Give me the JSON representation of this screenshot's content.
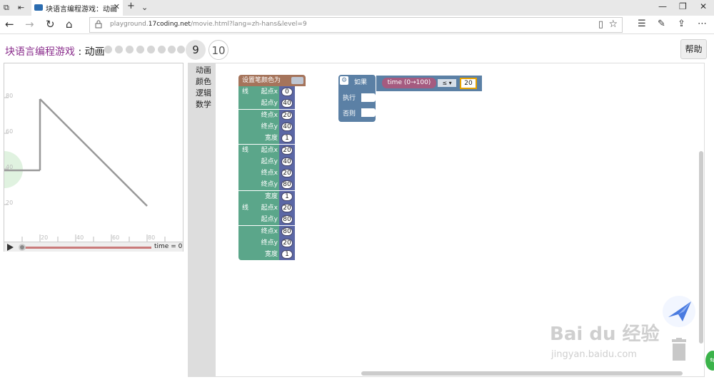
{
  "browser": {
    "tab_title": "块语言编程游戏：动画",
    "url_prefix": "playground.",
    "url_domain": "17coding.net",
    "url_path": "/movie.html?lang=zh-hans&level=9"
  },
  "header": {
    "title_main": "块语言编程游戏",
    "title_sep": " : ",
    "title_sub": "动画",
    "current_level": "9",
    "next_level": "10",
    "help_label": "帮助"
  },
  "stage": {
    "y_ticks": [
      "80",
      "60",
      "40",
      "20"
    ],
    "x_ticks": [
      "20",
      "40",
      "60",
      "80"
    ],
    "time_label": "time = 0",
    "time_value": 0
  },
  "toolbox": {
    "categories": [
      "动画",
      "颜色",
      "逻辑",
      "数学"
    ]
  },
  "blocks": {
    "set_color_label": "设置笔颜色为",
    "line_label": "线",
    "start_x": "起点x",
    "start_y": "起点y",
    "end_x": "终点x",
    "end_y": "终点y",
    "width": "宽度",
    "lines": [
      {
        "sx": "0",
        "sy": "40",
        "ex": "20",
        "ey": "40",
        "w": "1"
      },
      {
        "sx": "20",
        "sy": "40",
        "ex": "20",
        "ey": "80",
        "w": "1"
      },
      {
        "sx": "20",
        "sy": "80",
        "ex": "80",
        "ey": "20",
        "w": "1"
      }
    ],
    "if_label": "如果",
    "do_label": "执行",
    "else_label": "否则",
    "time_block": "time (0→100)",
    "operator": "≤ ▾",
    "compare_value": "20"
  },
  "watermark": {
    "brand": "Bai  du 经验",
    "site": "jingyan.baidu.com"
  },
  "colors": {
    "accent_purple": "#8a2d8c",
    "block_green": "#5ba68a",
    "block_blue": "#5b80a5",
    "block_brown": "#a5745b",
    "value_blue": "#5b67a5",
    "time_magenta": "#a55b80"
  }
}
